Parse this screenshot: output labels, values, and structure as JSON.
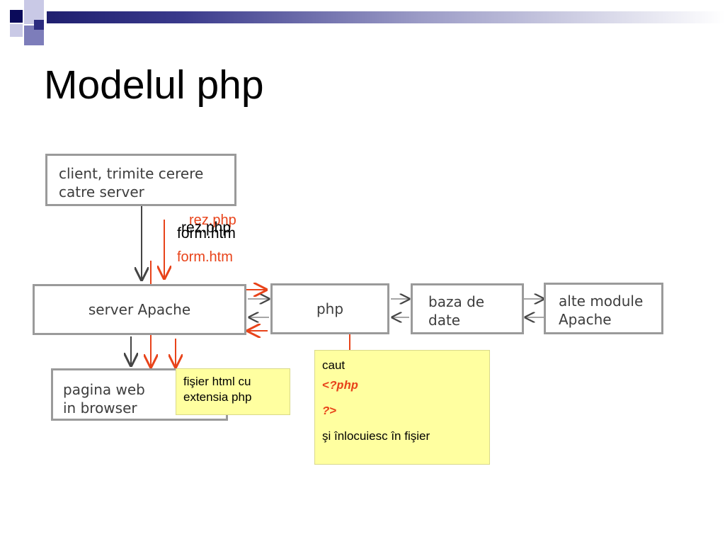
{
  "slide": {
    "title": "Modelul php"
  },
  "diagram": {
    "boxes": {
      "client": "client, trimite cerere\ncatre server",
      "server": "server Apache",
      "php": "php",
      "db": "baza de\ndate",
      "modules": "alte module\nApache",
      "browser": "pagina web\nin browser"
    },
    "labels": {
      "rez_red": "rez.php",
      "rez_black": "rez.php",
      "form_black": "form.htm",
      "form_red": "form.htm"
    },
    "notes": {
      "html_file": "fişier html cu\nextensia php",
      "caut": "caut",
      "php_open": "<?php",
      "php_close": "?>",
      "replace": "şi înlocuiesc în fişier"
    }
  },
  "colors": {
    "accent_red": "#e8431a",
    "note_yellow": "#ffffa0",
    "box_border": "#9a9a9a",
    "header_navy": "#1f1f6f"
  }
}
